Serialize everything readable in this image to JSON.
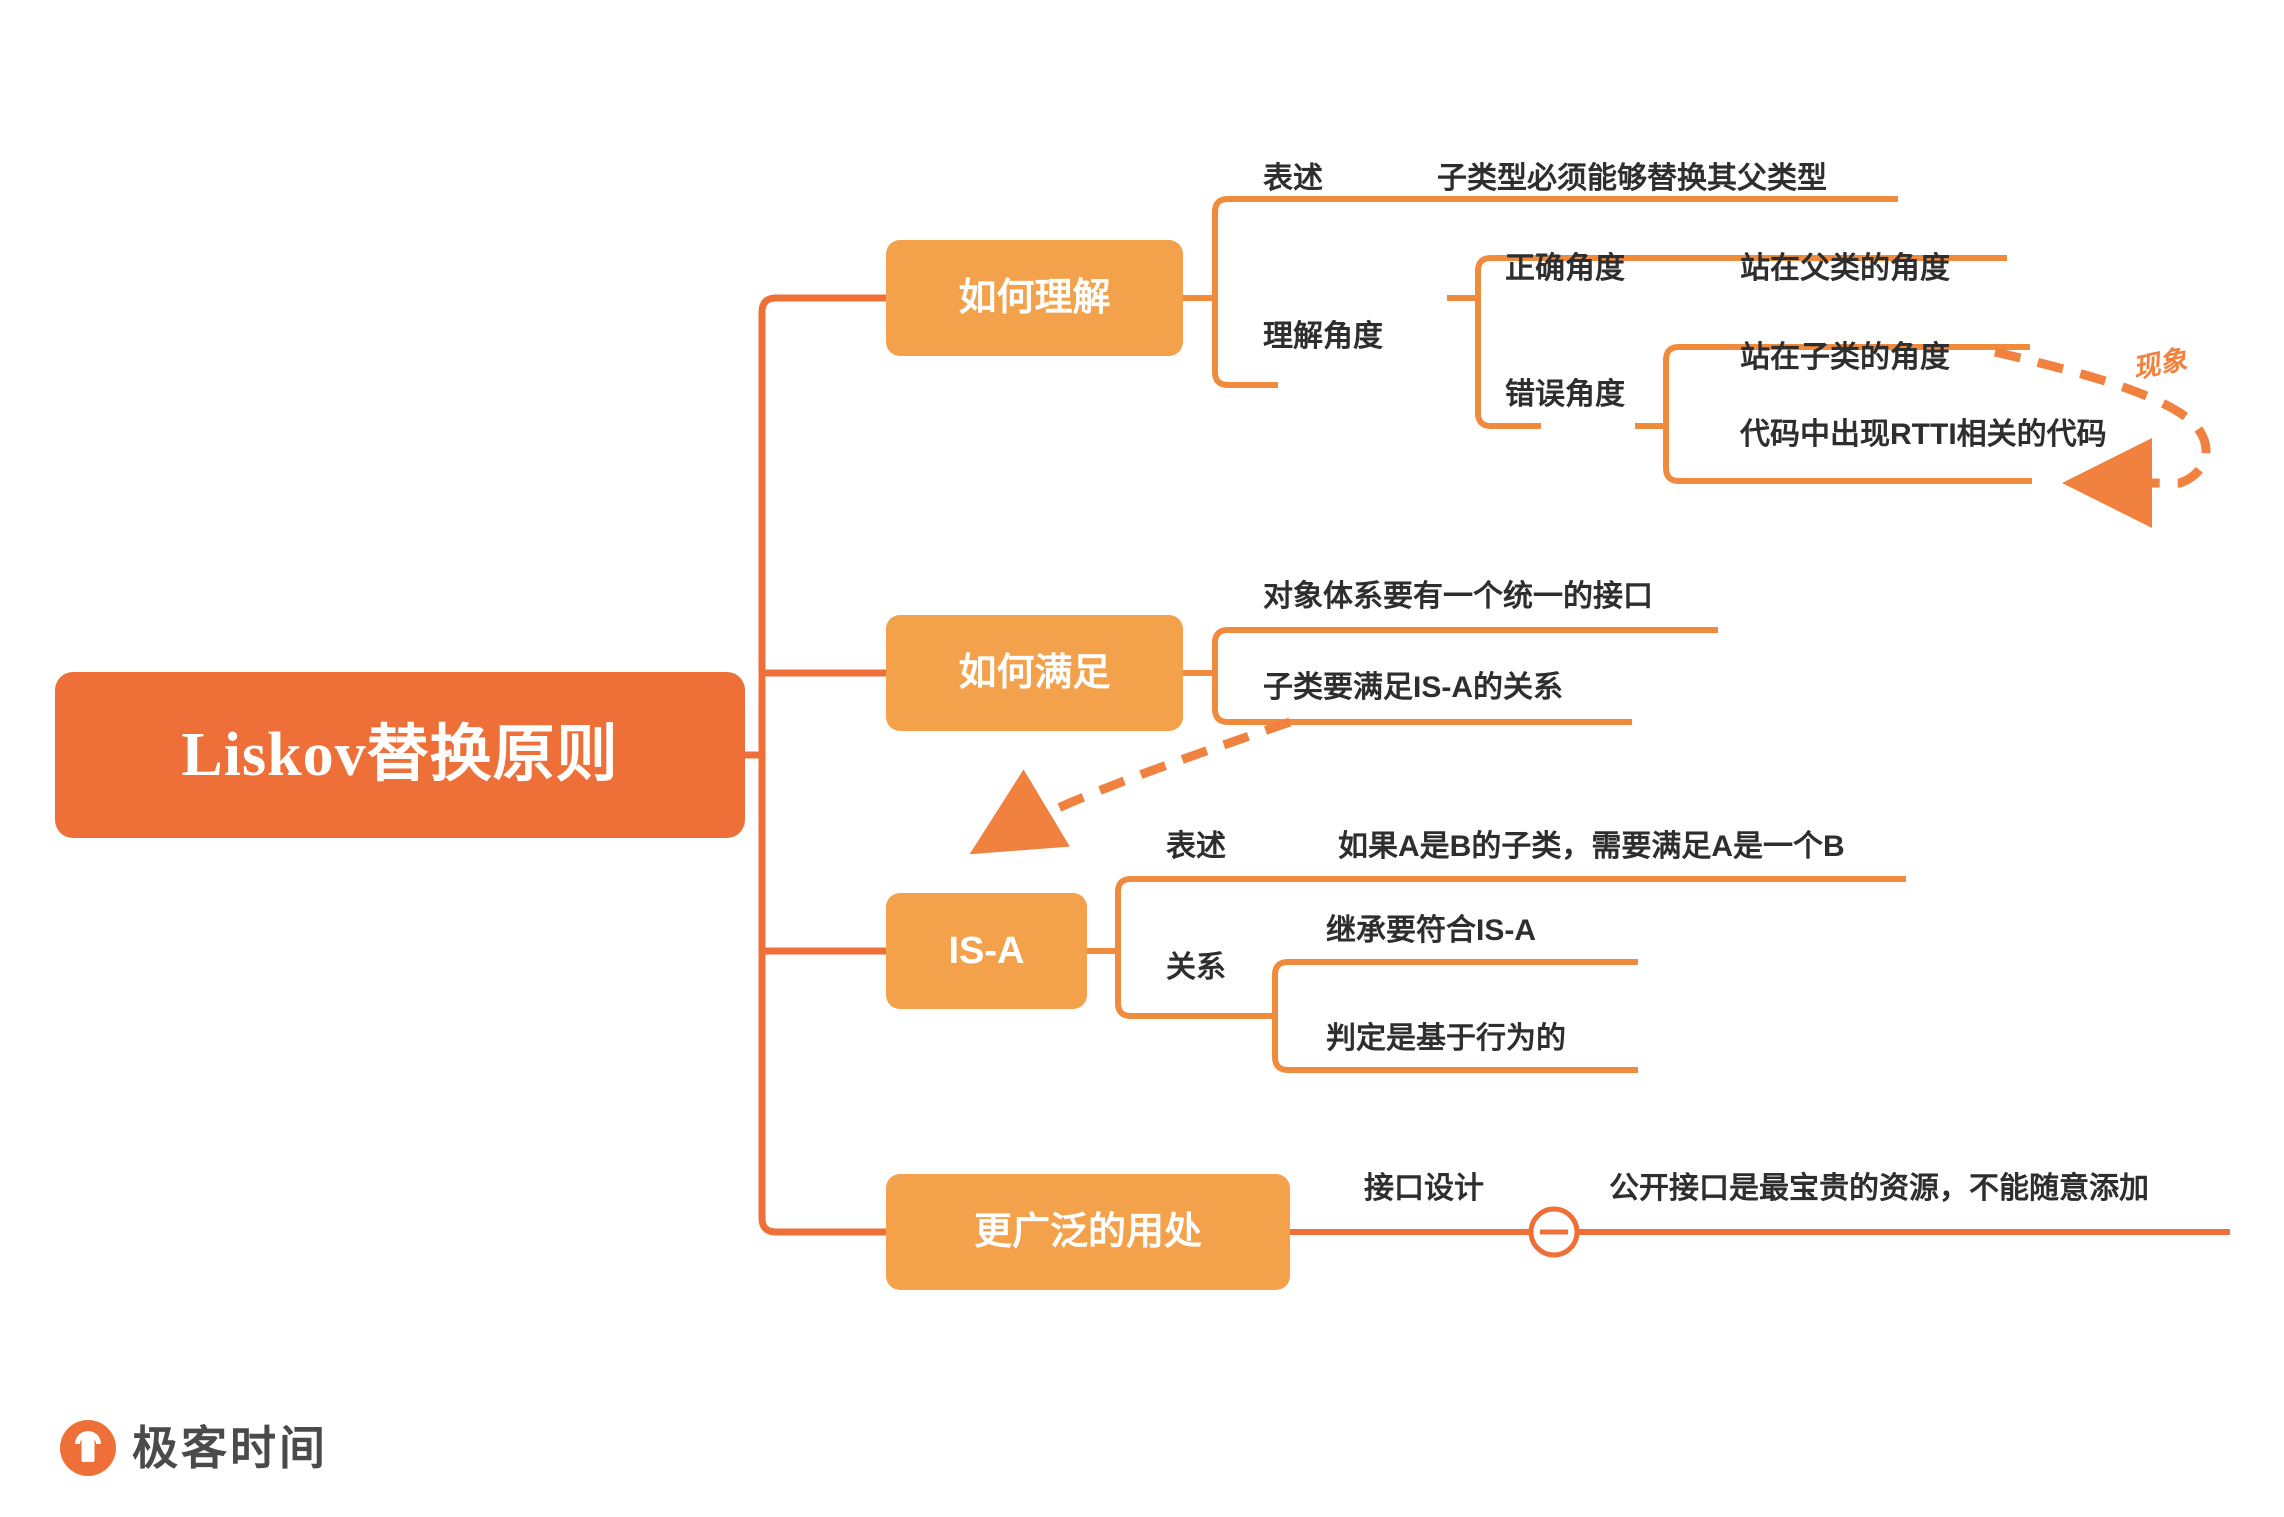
{
  "theme": {
    "root_fill": "#EE7038",
    "branch_fill": "#F3A14A",
    "connector": "#EE7038",
    "sub_connector": "#F08A3C",
    "text": "#2e2e2e",
    "note": "#F0813F",
    "background": "#ffffff"
  },
  "root": {
    "label": "Liskov替换原则"
  },
  "branches": [
    {
      "label": "如何理解",
      "children": [
        {
          "label": "表述",
          "children": [
            {
              "label": "子类型必须能够替换其父类型"
            }
          ]
        },
        {
          "label": "理解角度",
          "children": [
            {
              "label": "正确角度",
              "children": [
                {
                  "label": "站在父类的角度"
                }
              ]
            },
            {
              "label": "错误角度",
              "children": [
                {
                  "label": "站在子类的角度"
                },
                {
                  "label": "代码中出现RTTI相关的代码"
                }
              ]
            }
          ]
        }
      ]
    },
    {
      "label": "如何满足",
      "children": [
        {
          "label": "对象体系要有一个统一的接口"
        },
        {
          "label": "子类要满足IS-A的关系"
        }
      ]
    },
    {
      "label": "IS-A",
      "children": [
        {
          "label": "表述",
          "children": [
            {
              "label": "如果A是B的子类，需要满足A是一个B"
            }
          ]
        },
        {
          "label": "关系",
          "children": [
            {
              "label": "继承要符合IS-A"
            },
            {
              "label": "判定是基于行为的"
            }
          ]
        }
      ]
    },
    {
      "label": "更广泛的用处",
      "children": [
        {
          "label": "接口设计",
          "collapsed_toggle": "−",
          "children": [
            {
              "label": "公开接口是最宝贵的资源，不能随意添加"
            }
          ]
        }
      ]
    }
  ],
  "annotations": [
    {
      "label": "现象",
      "from": "站在子类的角度",
      "to": "代码中出现RTTI相关的代码",
      "style": "dashed-curved-arrow"
    },
    {
      "label": "",
      "from": "子类要满足IS-A的关系",
      "to": "IS-A",
      "style": "dashed-curved-arrow"
    }
  ],
  "brand": {
    "name": "极客时间"
  }
}
